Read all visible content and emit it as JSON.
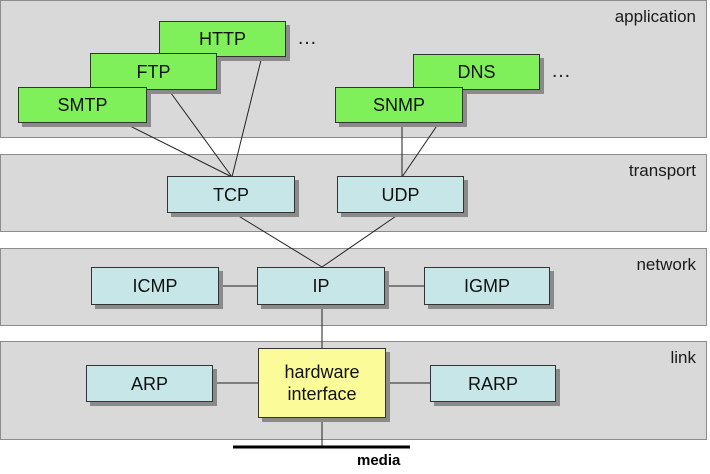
{
  "layers": {
    "application": "application",
    "transport": "transport",
    "network": "network",
    "link": "link"
  },
  "application_protocols": {
    "http": "HTTP",
    "ftp": "FTP",
    "smtp": "SMTP",
    "dns": "DNS",
    "snmp": "SNMP",
    "ellipsis": "…"
  },
  "transport_protocols": {
    "tcp": "TCP",
    "udp": "UDP"
  },
  "network_protocols": {
    "icmp": "ICMP",
    "ip": "IP",
    "igmp": "IGMP"
  },
  "link_protocols": {
    "arp": "ARP",
    "hardware_interface_line1": "hardware",
    "hardware_interface_line2": "interface",
    "rarp": "RARP"
  },
  "media": "media",
  "colors": {
    "layer_bg": "#d9d9d9",
    "application_box": "#7ff05a",
    "protocol_box": "#c7e6e8",
    "hardware_box": "#fbfb9a"
  }
}
